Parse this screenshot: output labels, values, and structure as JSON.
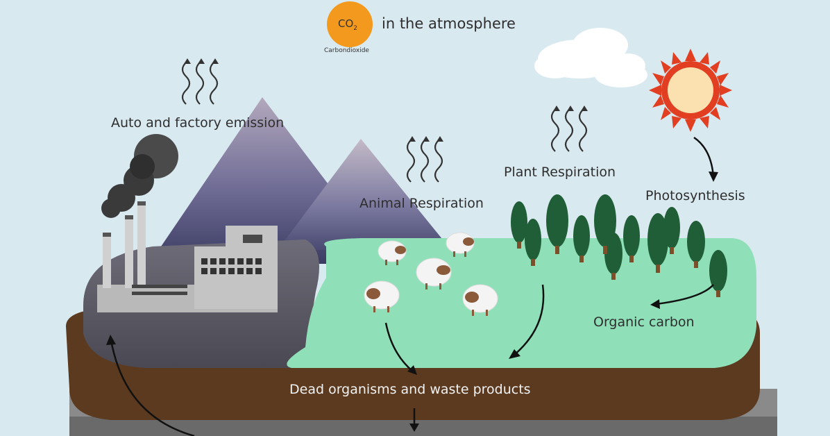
{
  "diagram": {
    "co2": {
      "symbol": "CO",
      "subscript": "2",
      "caption": "Carbondioxide",
      "heading": "in the atmosphere"
    },
    "labels": {
      "auto_factory": "Auto and factory emission",
      "animal_respiration": "Animal Respiration",
      "plant_respiration": "Plant Respiration",
      "photosynthesis": "Photosynthesis",
      "organic_carbon": "Organic carbon",
      "dead_organisms": "Dead organisms and waste products"
    },
    "colors": {
      "sky": "#d9e9f0",
      "co2_badge": "#f39a1e",
      "grass": "#8fe0b8",
      "soil": "#5b3a1f",
      "factory_ground": "#56545e",
      "mountain": "#6b6a8f",
      "tree": "#1f5e36",
      "sun_rays": "#e23f22",
      "sun_core": "#fbe0b0"
    }
  }
}
